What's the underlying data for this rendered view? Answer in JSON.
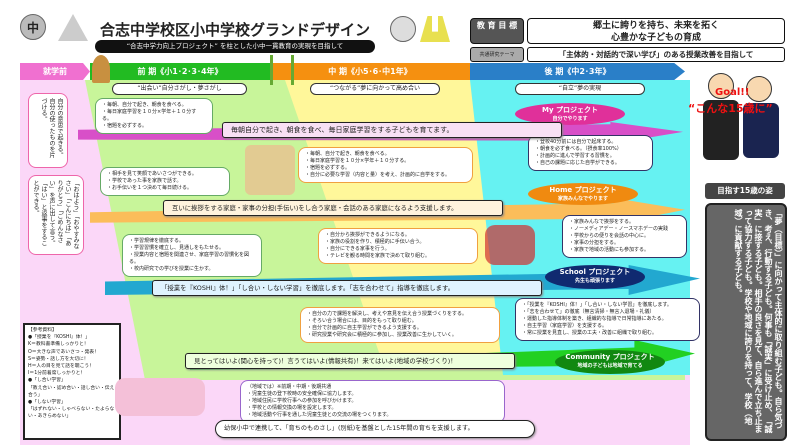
{
  "header": {
    "title": "合志中学校区小中学校グランドデザイン",
    "subtitle": "“合志中学力向上プロジェクト” を柱とした小中一貫教育の実現を目指して",
    "logo_left": "中",
    "goal_label": "教 育 目 標",
    "goal_text_1": "郷土に誇りを持ち、未来を拓く",
    "goal_text_2": "心豊かな子どもの育成",
    "theme_label": "共通研究テーマ",
    "theme_text": "「主体的・対話的で深い学び」のある授業改善を目指して"
  },
  "phases": [
    {
      "label": "就学前",
      "color": "#f070d0"
    },
    {
      "label": "前 期《小1･2･3･4年》",
      "color": "#22bb22"
    },
    {
      "label": "中 期《小5･6･中1年》",
      "color": "#f59010"
    },
    {
      "label": "後 期《中2･3年》",
      "color": "#2a7fc8"
    }
  ],
  "mottos": [
    "“出会い”自分さがし・夢さがし",
    "“つながる”夢に向かって高め合い",
    "“自立”夢の実現"
  ],
  "projects": [
    {
      "title": "My プロジェクト",
      "sub": "自分でやります",
      "color": "#e0309a"
    },
    {
      "title": "Home プロジェクト",
      "sub": "家族みんなでやります",
      "color": "#f08a10"
    },
    {
      "title": "School プロジェクト",
      "sub": "先生も頑張ります",
      "color": "#102a70"
    },
    {
      "title": "Community プロジェクト",
      "sub": "地域の子どもは地域で育てる",
      "color": "#118811"
    }
  ],
  "statements": [
    "毎朝自分で起き、朝食を食べ、毎日家庭学習をする子どもを育てます。",
    "互いに挨拶をする家庭・家事の分担(手伝い)をし合う家庭・会話のある家庭になるよう支援します。",
    "「授業を『KOSHI』体！」「し合い・しない学習」を徹底します。「志を合わせて」指導を徹底します。",
    "見とってはいよ(関心を持って)！言うてはいよ(情報共有)！来てはいよ(地域の学校づくり)！",
    "幼保小中で連携して、「育ちのものさし」(別紙)を基盤とした15年間の育ちを支援します。"
  ],
  "bubbles": {
    "pre_my": "自分の意思で起きる。自分の使ったものを片づける。",
    "pre_home": "「おはよう」「おやすみなさい」「こんにちは」「ありがとう」「ごめんなさい」を声に出して言う。「はい」と返事をすることができる。",
    "early_my": [
      "・毎朝、自分で起き、朝食を食べる。",
      "・毎日家庭学習を１０分×学年＋１０分する。",
      "・宿題を必ずする。"
    ],
    "early_home": [
      "・相手を見て笑顔であいさつができる。",
      "・学校であった事を家族で話す。",
      "・お手伝いを１つ決めて毎日続ける。"
    ],
    "early_school": [
      "・学習規律を徹底する。",
      "・学習習慣を確立し、見通しをもたせる。",
      "・授業内容と宿題を関連させ、家庭学習の習慣化を図る。",
      "・校内研究での学びを授業に生かす。"
    ],
    "mid_my": [
      "・毎朝、自分で起き、朝食を食べる。",
      "・毎日家庭学習を１０分×学年＋１０分する。",
      "・宿題を必ずする。",
      "・自分に必要な学習（内容と量）を考え、計画的に自学をする。"
    ],
    "mid_home": [
      "・自分から挨拶ができるようになる。",
      "・家族の役割を作り、積極的に手伝い合う。",
      "・自分にできる家事を行う。",
      "・テレビを観る時間を家族で決めて取り組む。"
    ],
    "mid_school": [
      "・自分の力で課題を解決し、考えや意見を伝え合う授業づくりをする。",
      "・そろい合う場合には、目的をもって取り組む。",
      "・自分で計画的に自主学習ができるよう支援する。",
      "・研究授業や研究会に積極的に参加し、授業改善に生かしていく。"
    ],
    "late_my": [
      "・登校40分前には自分で起床する。",
      "・朝食を必ず食べる。（摂食率100%）",
      "・計画的に進んで学習する習慣を。",
      "・自己の課題に応じた自学ができる。"
    ],
    "late_home": [
      "・家族みんなで挨拶をする。",
      "・ノーメディアデー・ノースマホデーの実践",
      "・学校からの便りを会話の中心に。",
      "・家事の分担をする。",
      "・家族で地域の活動にも参加する。"
    ],
    "late_school": [
      "・「授業を『KOSHI』体！」「し合い・しない学習」を徹底します。",
      "・「志を合わせて」の徹底（無言清掃・無言入退場・礼儀）",
      "・運動した指導体制を築き、組織的な指導で日常指導にあたる。",
      "・自主学習（家庭学習）を支援する。",
      "・常に授業を見直し、授業の工夫・改善に組織で取り組む。"
    ],
    "community": [
      "（地域では）※前期・中期・後期共通",
      "・児童生徒の登下校時の安全確保に協力します。",
      "・地域住民に学校行事への参加を呼びかけます。",
      "・学校との情報交換の場を設定します。",
      "・地域活動や行事を通した児童生徒との交流の場をつくります。"
    ]
  },
  "reference": {
    "title": "【参考資料】",
    "items": [
      "●「授業を『KOSHI』体！」",
      "K＝教科書準備しっかりと！",
      "O＝大きな声であいさつ・発表！",
      "S＝姿勢・話し方を大切に！",
      "H＝人の目を見て話を聴こう！",
      "I＝1分前着席しっかりと！",
      "●「し合い学習」",
      "「教え合い・認め合い・話し合い・伝え合う」",
      "●「しない学習」",
      "「はずれない・しゃべらない・たよらない・あきらめない」"
    ]
  },
  "goal": {
    "badge": "Goal!!",
    "caption": "“こんな15歳に”",
    "label": "目指す15歳の姿",
    "text": "「夢（目標）」に向かって主体的に取り組む子ども。自ら気づき、考え、行動する子ども。何事も「誠実」に受け止め、「誠実」に接する子ども。相手の良さを見て、自ら進んで立ち止まって協力する子ども。学校や地域に誇りを持って、学校（地域）に貢献する子ども。"
  }
}
